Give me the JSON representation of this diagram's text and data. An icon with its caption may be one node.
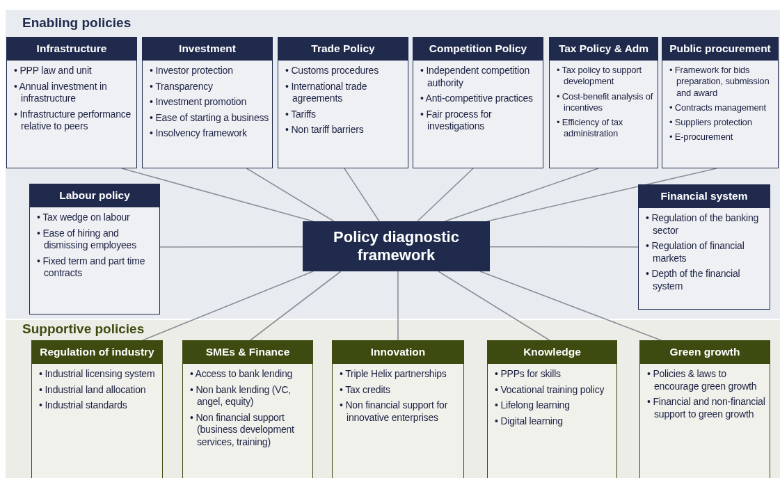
{
  "diagram": {
    "nodes": [
      {
        "text": [
          "Enabling policies"
        ]
      },
      {
        "text": [
          "Infrastructure",
          "• PPP law and unit",
          "• Annual investment in infrastructure",
          "• Infrastructure performance relative to peers"
        ],
        "in": 0
      },
      {
        "text": [
          "Investment",
          "• Investor protection",
          "• Transparency",
          "• Investment promotion",
          "• Ease of starting a business",
          "• Insolvency framework"
        ],
        "in": 0
      },
      {
        "text": [
          "Trade Policy",
          "• Customs procedures",
          "• International trade agreements",
          "• Tariffs",
          "• Non tariff barriers"
        ],
        "in": 0
      },
      {
        "text": [
          "Competition Policy",
          "• Independent competition authority",
          "• Anti-competitive practices",
          "• Fair process for investigations"
        ],
        "in": 0
      },
      {
        "text": [
          "Tax Policy & Adm",
          "• Tax policy to support development",
          "• Cost-benefit analysis of incentives",
          "• Efficiency of tax administration"
        ],
        "in": 0
      },
      {
        "text": [
          "Public procurement",
          "• Framework for bids preparation, submission and award",
          "• Contracts management",
          "• Suppliers protection",
          "• E-procurement"
        ],
        "in": 0
      },
      {
        "text": [
          "Labour policy",
          "• Tax wedge on labour",
          "• Ease of hiring and dismissing employees",
          "• Fixed term and part time contracts"
        ],
        "in": 0
      },
      {
        "text": [
          "Policy diagnostic framework"
        ],
        "in": 0
      },
      {
        "text": [
          "Financial system",
          "• Regulation of the banking sector",
          "• Regulation of financial markets",
          "• Depth of the financial system"
        ],
        "in": 0
      },
      {
        "text": [
          "Supportive policies"
        ]
      },
      {
        "text": [
          "Regulation of industry",
          "• Industrial licensing system",
          "• Industrial land allocation",
          "• Industrial standards"
        ],
        "in": 10
      },
      {
        "text": [
          "SMEs & Finance",
          "• Access to bank lending",
          "• Non bank lending (VC, angel, equity)",
          "• Non financial support (business development services, training)"
        ],
        "in": 10
      },
      {
        "text": [
          "Innovation",
          "• Triple Helix partnerships",
          "• Tax credits",
          "• Non financial support for innovative enterprises"
        ],
        "in": 10
      },
      {
        "text": [
          "Knowledge",
          "• PPPs for skills",
          "• Vocational training policy",
          "• Lifelong learning",
          "• Digital learning"
        ],
        "in": 10
      },
      {
        "text": [
          "Green growth",
          "• Policies & laws to encourage green growth",
          "• Financial and non-financial support to green growth"
        ],
        "in": 10
      }
    ],
    "edges": [
      {
        "from": 8,
        "to": 1,
        "arrow": "none"
      },
      {
        "from": 8,
        "to": 2,
        "arrow": "none"
      },
      {
        "from": 8,
        "to": 3,
        "arrow": "none"
      },
      {
        "from": 8,
        "to": 4,
        "arrow": "none"
      },
      {
        "from": 8,
        "to": 5,
        "arrow": "none"
      },
      {
        "from": 8,
        "to": 6,
        "arrow": "none"
      },
      {
        "from": 8,
        "to": 7,
        "arrow": "none"
      },
      {
        "from": 8,
        "to": 9,
        "arrow": "none"
      },
      {
        "from": 8,
        "to": 11,
        "arrow": "none"
      },
      {
        "from": 8,
        "to": 12,
        "arrow": "none"
      },
      {
        "from": 8,
        "to": 13,
        "arrow": "none"
      },
      {
        "from": 8,
        "to": 14,
        "arrow": "none"
      },
      {
        "from": 8,
        "to": 15,
        "arrow": "none"
      }
    ]
  }
}
